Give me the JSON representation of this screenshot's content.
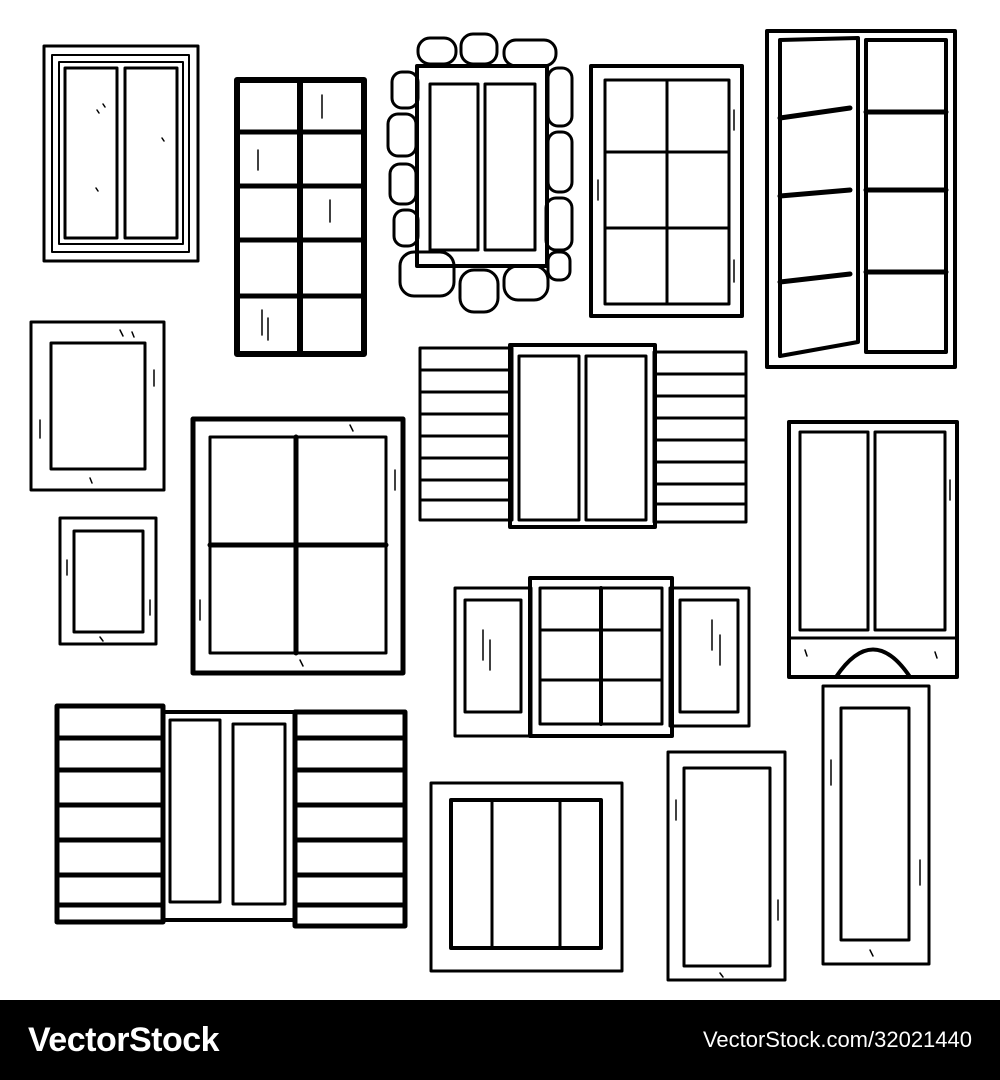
{
  "image": {
    "subject": "hand-drawn window illustrations",
    "line_color": "#000000",
    "background_color": "#ffffff"
  },
  "watermark": {
    "brand": "VectorStock",
    "url": "VectorStock.com/32021440",
    "bar_color": "#000000",
    "text_color": "#ffffff"
  }
}
